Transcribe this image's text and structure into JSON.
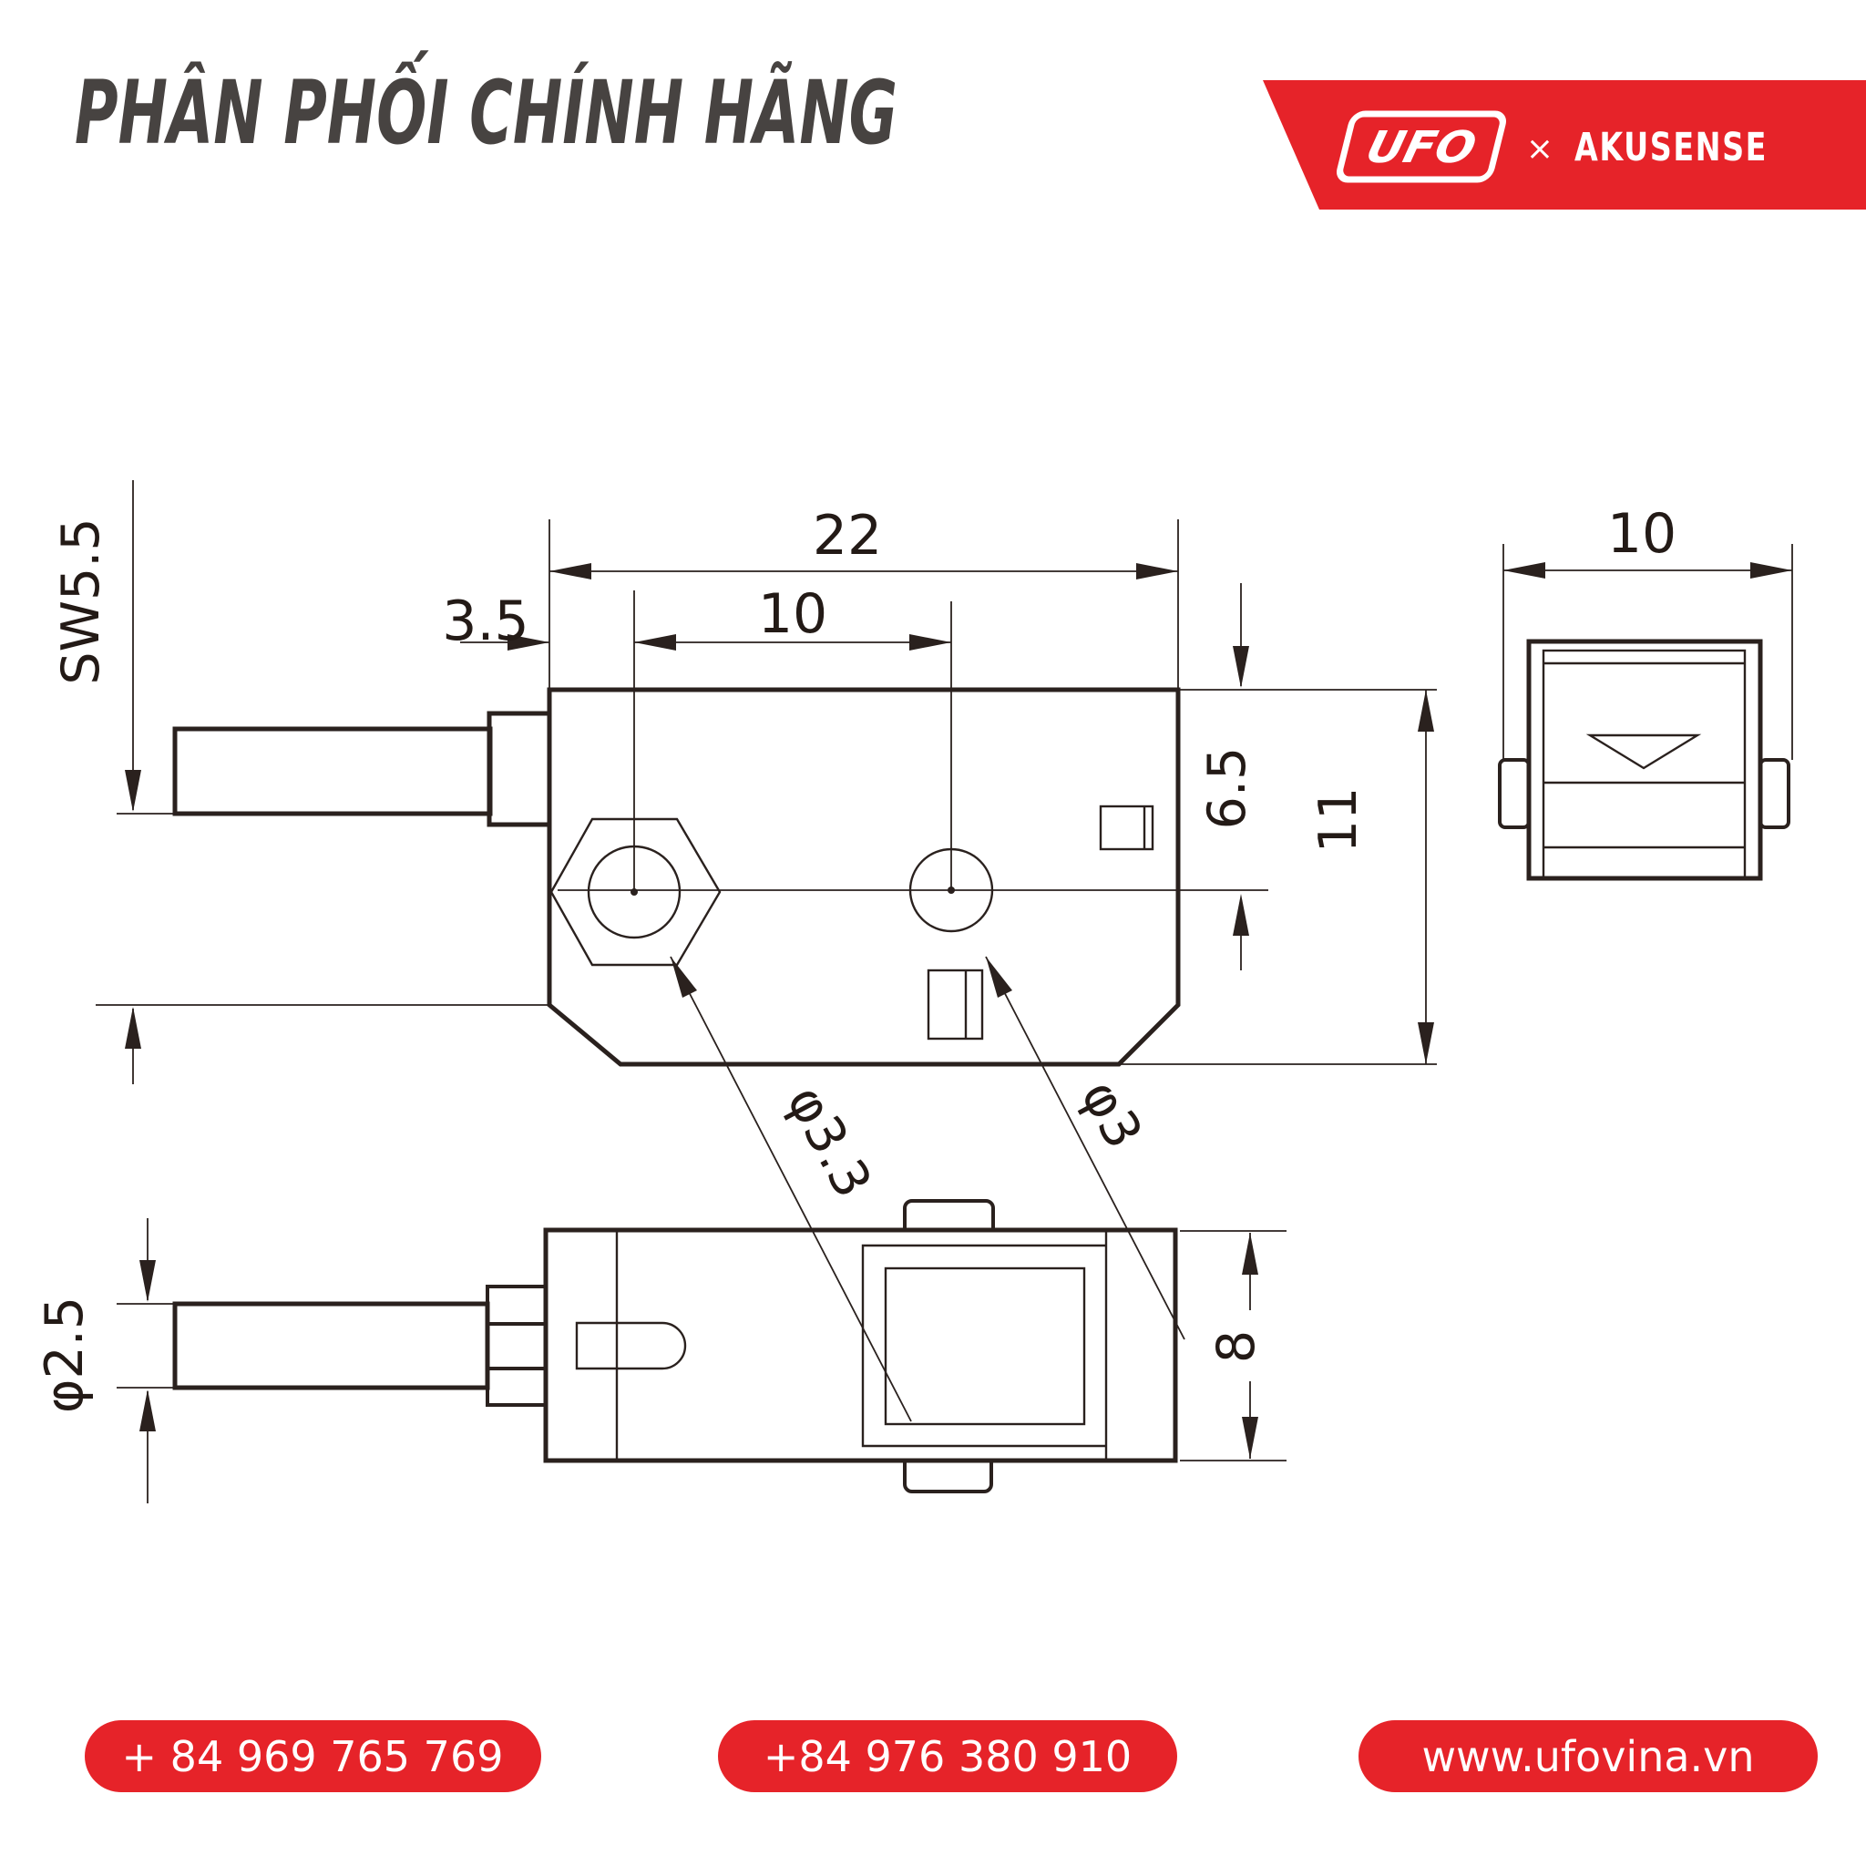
{
  "header": {
    "title": "PHÂN PHỐI CHÍNH HÃNG",
    "brand": {
      "logo": "UFO",
      "separator": "×",
      "partner": "AKUSENSE"
    }
  },
  "drawing": {
    "side": {
      "width": "22",
      "hole_offset": "3.5",
      "hole_spacing": "10",
      "wrench": "SW5.5",
      "center_height": "6.5",
      "height": "11",
      "lens_dia": "φ3.3",
      "hole_dia": "φ3"
    },
    "front": {
      "width": "10"
    },
    "bottom": {
      "cable_dia": "φ2.5",
      "depth": "8"
    }
  },
  "footer": {
    "phone1": "+ 84 969 765 769",
    "phone2": "+84 976 380 910",
    "website": "www.ufovina.vn"
  },
  "colors": {
    "accent_red": "#e62329",
    "line": "#2a211e",
    "title_gray": "#474341"
  }
}
